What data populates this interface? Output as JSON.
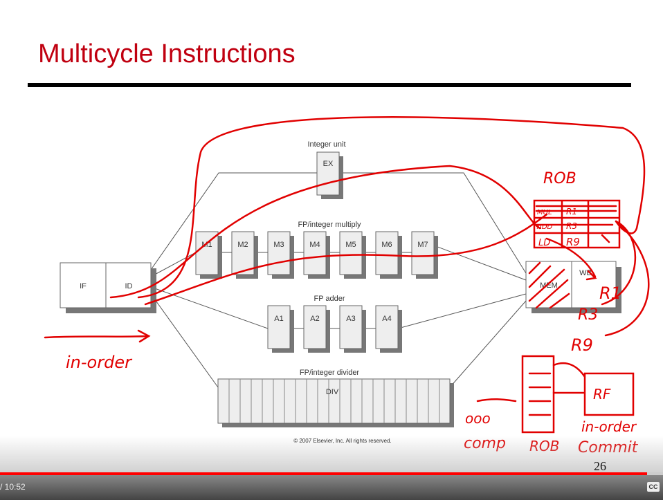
{
  "slide": {
    "title": "Multicycle Instructions",
    "stages": {
      "if": "IF",
      "id": "ID",
      "ex": "EX",
      "mem": "MEM",
      "wb": "WB",
      "div": "DIV"
    },
    "units": {
      "integer": "Integer unit",
      "multiply": "FP/integer multiply",
      "adder": "FP adder",
      "divider": "FP/integer divider"
    },
    "mul_stages": [
      "M1",
      "M2",
      "M3",
      "M4",
      "M5",
      "M6",
      "M7"
    ],
    "add_stages": [
      "A1",
      "A2",
      "A3",
      "A4"
    ],
    "copyright": "© 2007 Elsevier, Inc. All rights reserved.",
    "page_number": "26",
    "annotations": {
      "rob": "ROB",
      "rob_rows": [
        [
          "MUL",
          "R1"
        ],
        [
          "ADD",
          "R3"
        ],
        [
          "LD",
          "R9"
        ]
      ],
      "r1": "R1",
      "r3": "R3",
      "r9": "R9",
      "in_order": "in-order",
      "ooo": "ooo",
      "comp": "comp",
      "rob2": "ROB",
      "rf": "RF",
      "in_order2": "in-order",
      "commit": "Commit"
    }
  },
  "player": {
    "time": "/ 10:52",
    "progress": 0.976,
    "cc_label": "CC",
    "accent": "#ff0000"
  }
}
